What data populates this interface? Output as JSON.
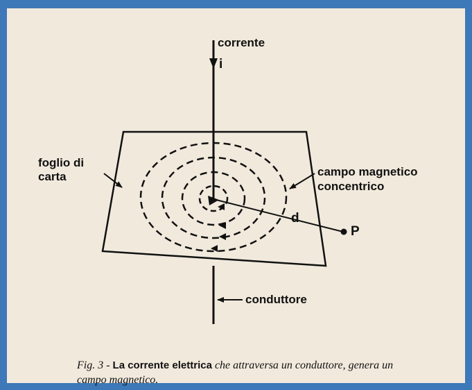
{
  "labels": {
    "current": "corrente",
    "current_symbol": "i",
    "paper_line1": "foglio di",
    "paper_line2": "carta",
    "field_line1": "campo magnetico",
    "field_line2": "concentrico",
    "distance": "d",
    "point": "P",
    "conductor": "conduttore"
  },
  "caption": {
    "fig_label": "Fig. 3 -",
    "bold_text": "La corrente elettrica",
    "italic_text": "che attraversa un conduttore, genera un",
    "line2": "campo magnetico."
  },
  "colors": {
    "border": "#3d78b8",
    "paper": "#f1e9dc",
    "ink": "#111111"
  }
}
